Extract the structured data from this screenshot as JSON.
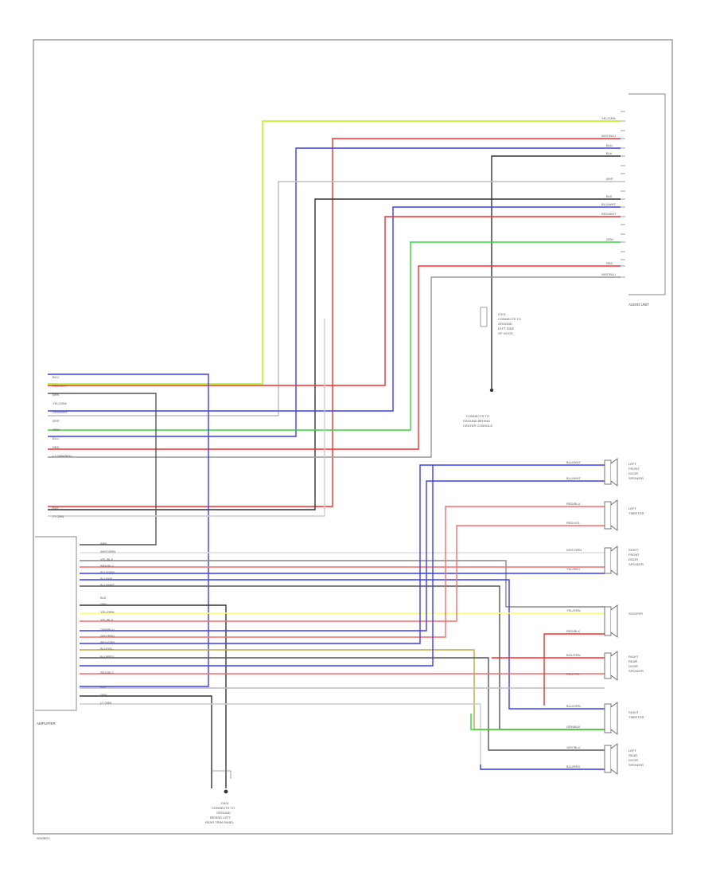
{
  "colors": {
    "yellow_green": "#b8f000",
    "red": "#ff2a2a",
    "blue": "#3a3aff",
    "dark": "#333333",
    "gray": "#bdbdbd",
    "green": "#33d633",
    "light_yellow": "#ffff66",
    "olive": "#c9a642",
    "light_red": "#ff6a6a"
  },
  "footer": {
    "code": "W0ABDC"
  },
  "connectors": {
    "top_right": {
      "label": "AUDIO UNIT"
    },
    "left_upper": {
      "label": ""
    },
    "amp": {
      "label": "AMPLIFIER"
    }
  },
  "ground_top": {
    "text": [
      "G101",
      "CONNECTS TO",
      "GROUND",
      "LEFT SIDE",
      "OF HOOD"
    ]
  },
  "ground_bottom": {
    "text": [
      "G401",
      "CONNECTS TO",
      "GROUND",
      "BEHIND LEFT",
      "REAR TRIM PANEL"
    ]
  },
  "chassis_note": {
    "text": [
      "CONNECTS TO",
      "GROUND BEHIND",
      "CENTER CONSOLE"
    ]
  },
  "speakers": [
    {
      "name": "left_front_door",
      "lines": [
        "LEFT",
        "FRONT",
        "DOOR",
        "SPEAKER"
      ]
    },
    {
      "name": "left_tweeter",
      "lines": [
        "LEFT",
        "TWEETER"
      ]
    },
    {
      "name": "right_front_door",
      "lines": [
        "RIGHT",
        "FRONT",
        "DOOR",
        "SPEAKER"
      ]
    },
    {
      "name": "subwoofer",
      "lines": [
        "WOOFER"
      ]
    },
    {
      "name": "right_rear_door",
      "lines": [
        "RIGHT",
        "REAR",
        "DOOR",
        "SPEAKER"
      ]
    },
    {
      "name": "right_tweeter",
      "lines": [
        "RIGHT",
        "TWEETER"
      ]
    },
    {
      "name": "left_rear_door",
      "lines": [
        "LEFT",
        "REAR",
        "DOOR",
        "SPEAKER"
      ]
    }
  ],
  "wire_labels": {
    "top_right": [
      "YEL/GRN",
      "WHT/BLU",
      "BLU",
      "BLK",
      "WHT",
      "BLK",
      "BLU/WHT",
      "RED/WHT",
      "GRN",
      "RED",
      "WHT/BLU"
    ],
    "left_upper": [
      "BLU",
      "RED/WHT",
      "BRN",
      "YEL/GRN",
      "GRN/WHT",
      "WHT",
      "GRN",
      "BLU",
      "RED",
      "LT GRN/RED"
    ],
    "left_pair": [
      "BLK",
      "LT GRN"
    ],
    "amp_pins": [
      "BRN",
      "WHT/GRN",
      "YEL/BLK",
      "BRN/BLU",
      "BLU/GRN",
      "BLU/YEL",
      "BLU/WHT",
      "BLK",
      "GRY",
      "YEL/GRN",
      "YEL/BLK",
      "GRN/BLU",
      "GRY/RED",
      "RED/GRN",
      "BLU/YEL",
      "BLU/RED",
      "RED/BLK",
      "BLK",
      "GRY",
      "LT GRN"
    ],
    "right_side": [
      "BLU/WHT",
      "BLU/WHT",
      "RED/BLU",
      "RED/YEL",
      "WHT/GRN",
      "YEL/RED",
      "YEL/GRN",
      "RED/BLK",
      "BLK/GRN",
      "RED/YEL",
      "BLU/GRN",
      "GRN/BLK",
      "GRY/BLU",
      "BLU/RED"
    ]
  }
}
